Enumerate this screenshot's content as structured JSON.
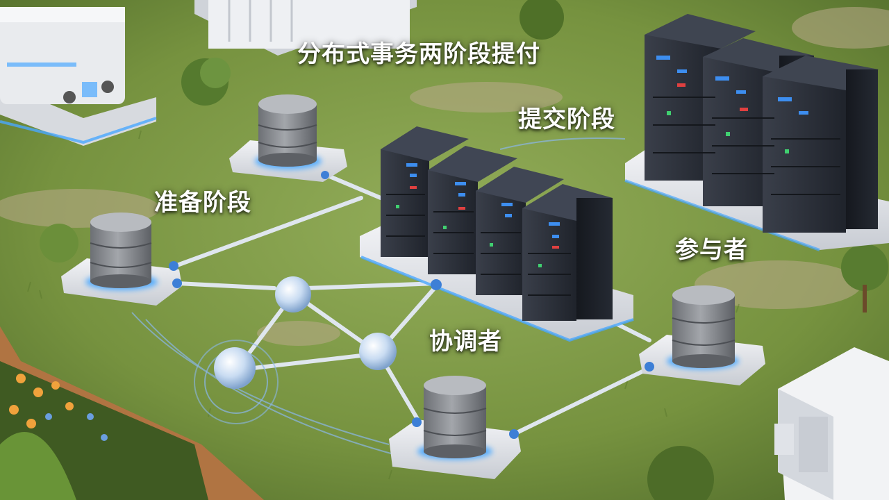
{
  "title": "分布式事务两阶段提付",
  "labels": {
    "commit_phase": "提交阶段",
    "prepare_phase": "准备阶段",
    "participant": "参与者",
    "coordinator": "协调者"
  },
  "colors": {
    "grass": "#6f8f3e",
    "grass_light": "#8faa55",
    "server_body": "#2b2f38",
    "glow_blue": "#4aa8ff",
    "db_gray": "#8a8d92",
    "platform": "#e6e8ec",
    "node_sphere": "#cfe0f5"
  },
  "diagram": {
    "nodes": [
      {
        "id": "coordinator",
        "kind": "server-rack-cluster"
      },
      {
        "id": "participant-cluster",
        "kind": "server-rack-cluster"
      },
      {
        "id": "db-top",
        "kind": "database"
      },
      {
        "id": "db-left",
        "kind": "database"
      },
      {
        "id": "db-bottom",
        "kind": "database"
      },
      {
        "id": "db-right",
        "kind": "database"
      },
      {
        "id": "hub-1",
        "kind": "network-node"
      },
      {
        "id": "hub-2",
        "kind": "network-node"
      },
      {
        "id": "hub-3",
        "kind": "network-node"
      }
    ],
    "edges": [
      {
        "from": "db-top",
        "to": "coordinator"
      },
      {
        "from": "db-left",
        "to": "hub-1"
      },
      {
        "from": "db-left",
        "to": "coordinator"
      },
      {
        "from": "hub-1",
        "to": "hub-2"
      },
      {
        "from": "hub-1",
        "to": "hub-3"
      },
      {
        "from": "hub-2",
        "to": "hub-3"
      },
      {
        "from": "hub-1",
        "to": "coordinator"
      },
      {
        "from": "hub-3",
        "to": "coordinator"
      },
      {
        "from": "hub-3",
        "to": "db-bottom"
      },
      {
        "from": "db-bottom",
        "to": "db-right"
      },
      {
        "from": "db-right",
        "to": "coordinator"
      },
      {
        "from": "coordinator",
        "to": "participant-cluster"
      }
    ]
  }
}
